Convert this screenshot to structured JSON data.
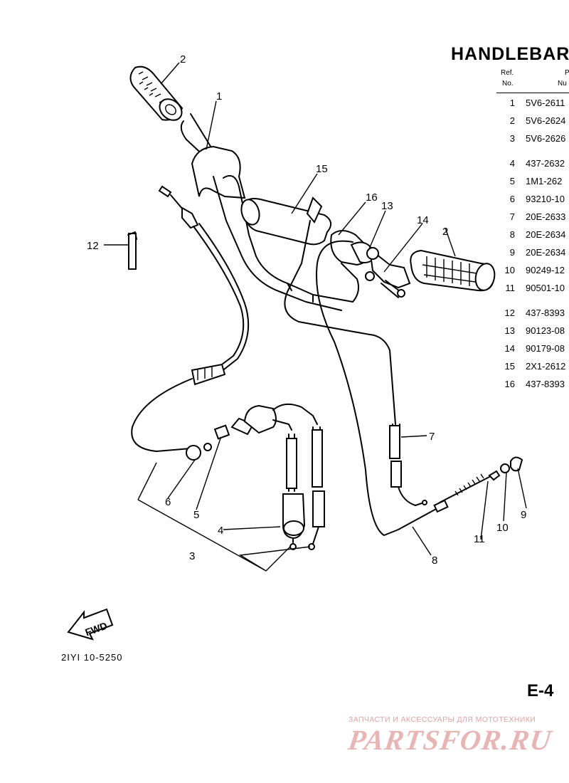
{
  "title": "HANDLEBAR",
  "table": {
    "header_ref": [
      "Ref.",
      "No."
    ],
    "header_part": [
      "P",
      "Nu"
    ],
    "rows": [
      {
        "ref": "1",
        "part": "5V6-2611"
      },
      {
        "ref": "2",
        "part": "5V6-2624"
      },
      {
        "ref": "3",
        "part": "5V6-2626"
      },
      {
        "ref": "4",
        "part": "437-2632"
      },
      {
        "ref": "5",
        "part": "1M1-262"
      },
      {
        "ref": "6",
        "part": "93210-10"
      },
      {
        "ref": "7",
        "part": "20E-2633"
      },
      {
        "ref": "8",
        "part": "20E-2634"
      },
      {
        "ref": "9",
        "part": "20E-2634"
      },
      {
        "ref": "10",
        "part": "90249-12"
      },
      {
        "ref": "11",
        "part": "90501-10"
      },
      {
        "ref": "12",
        "part": "437-8393"
      },
      {
        "ref": "13",
        "part": "90123-08"
      },
      {
        "ref": "14",
        "part": "90179-08"
      },
      {
        "ref": "15",
        "part": "2X1-2612"
      },
      {
        "ref": "16",
        "part": "437-8393"
      }
    ]
  },
  "callouts": {
    "c1": "1",
    "c2a": "2",
    "c2b": "2",
    "c3": "3",
    "c4": "4",
    "c5": "5",
    "c6": "6",
    "c7": "7",
    "c8": "8",
    "c9": "9",
    "c10": "10",
    "c11": "11",
    "c12": "12",
    "c13": "13",
    "c14": "14",
    "c15": "15",
    "c16": "16"
  },
  "fwd_label": "FWD",
  "diagram_code": "2IYI 10-5250",
  "page_id": "E-4",
  "watermark": {
    "caption": "ЗАПЧАСТИ И АКСЕССУАРЫ ДЛЯ МОТОТЕХНИКИ",
    "logo": "PARTSFOR.RU"
  }
}
